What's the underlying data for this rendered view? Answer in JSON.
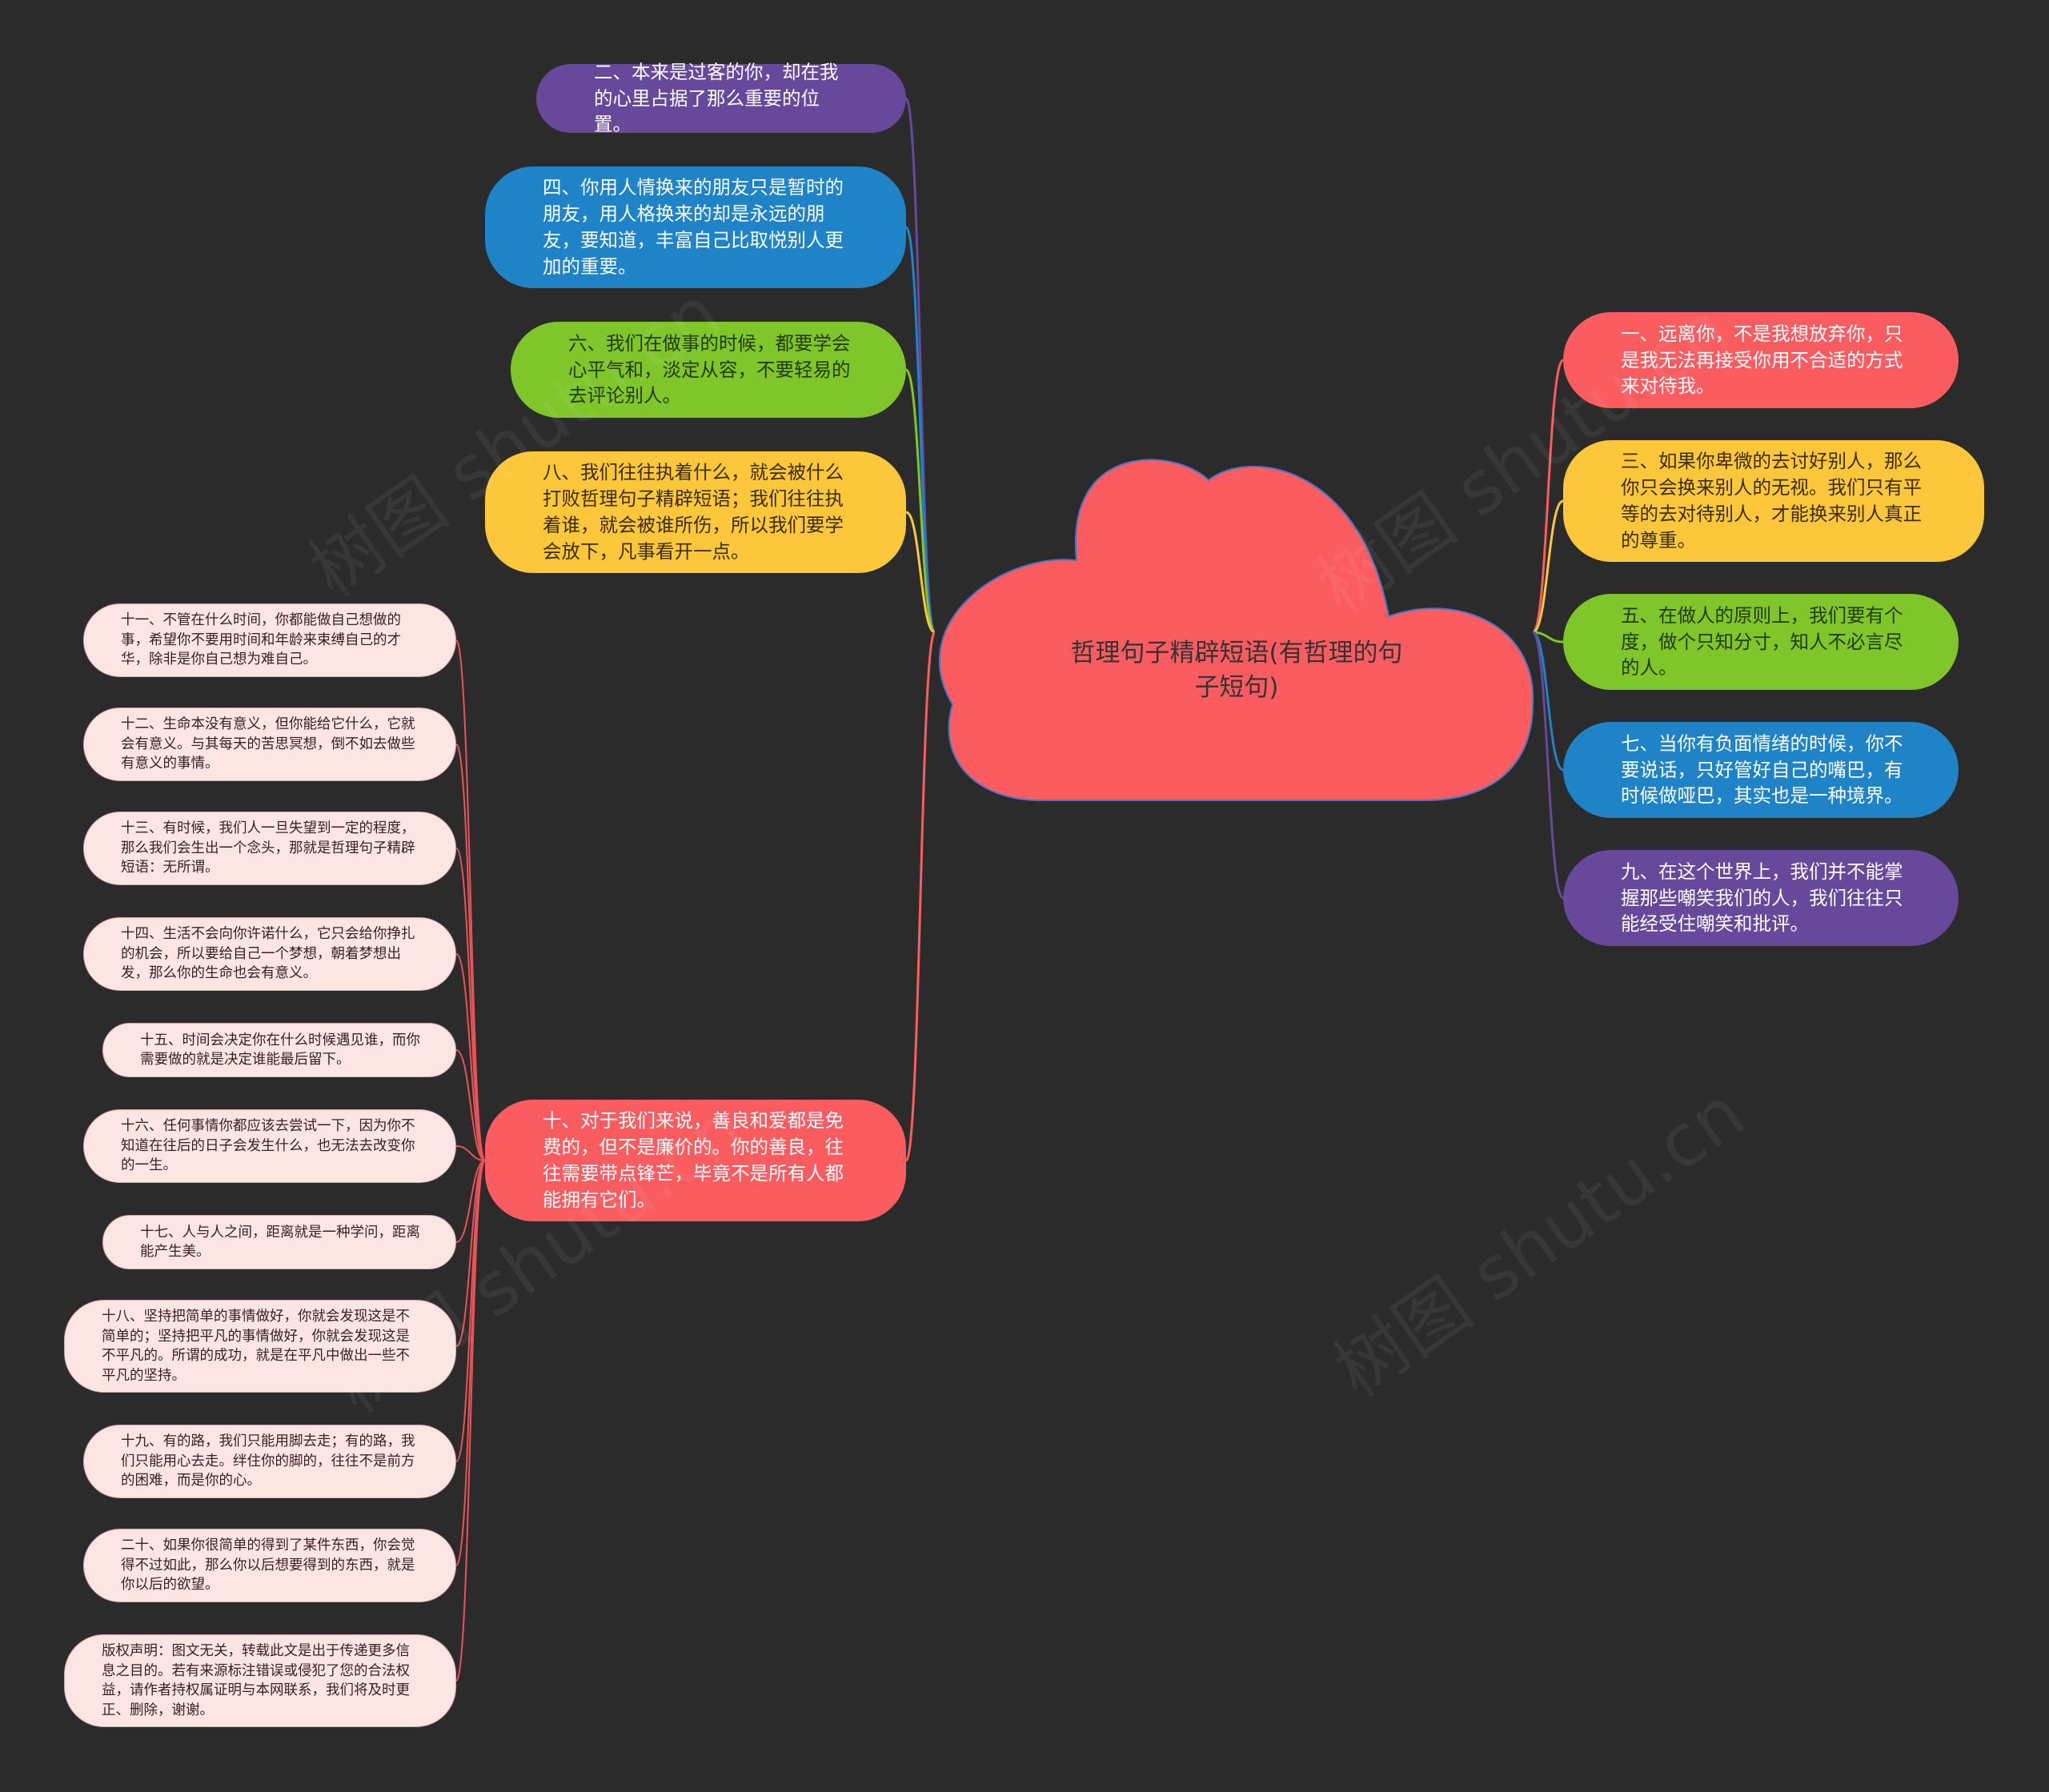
{
  "root": {
    "title": "哲理句子精辟短语(有哲理的句子短句)",
    "color": "#fa5c60"
  },
  "watermark": "树图 shutu.cn",
  "left_top_nodes": [
    {
      "text": "二、本来是过客的你，却在我的心里占据了那么重要的位置。",
      "color": "#67489a"
    },
    {
      "text": "四、你用人情换来的朋友只是暂时的朋友，用人格换来的却是永远的朋友，要知道，丰富自己比取悦别人更加的重要。",
      "color": "#1f83c7"
    },
    {
      "text": "六、我们在做事的时候，都要学会心平气和，淡定从容，不要轻易的去评论别人。",
      "color": "#7ec62a"
    },
    {
      "text": "八、我们往往执着什么，就会被什么打败哲理句子精辟短语；我们往往执着谁，就会被谁所伤，所以我们要学会放下，凡事看开一点。",
      "color": "#fcc73a"
    }
  ],
  "right_nodes": [
    {
      "text": "一、远离你，不是我想放弃你，只是我无法再接受你用不合适的方式来对待我。",
      "color": "#fa5c60"
    },
    {
      "text": "三、如果你卑微的去讨好别人，那么你只会换来别人的无视。我们只有平等的去对待别人，才能换来别人真正的尊重。",
      "color": "#fcc73a"
    },
    {
      "text": "五、在做人的原则上，我们要有个度，做个只知分寸，知人不必言尽的人。",
      "color": "#7ec62a"
    },
    {
      "text": "七、当你有负面情绪的时候，你不要说话，只好管好自己的嘴巴，有时候做哑巴，其实也是一种境界。",
      "color": "#1f83c7"
    },
    {
      "text": "九、在这个世界上，我们并不能掌握那些嘲笑我们的人，我们往往只能经受住嘲笑和批评。",
      "color": "#67489a"
    }
  ],
  "hub_node": {
    "text": "十、对于我们来说，善良和爱都是免费的，但不是廉价的。你的善良，往往需要带点锋芒，毕竟不是所有人都能拥有它们。",
    "color": "#fa5c60"
  },
  "sub_nodes": [
    {
      "text": "十一、不管在什么时间，你都能做自己想做的事，希望你不要用时间和年龄来束缚自己的才华，除非是你自己想为难自己。"
    },
    {
      "text": "十二、生命本没有意义，但你能给它什么，它就会有意义。与其每天的苦思冥想，倒不如去做些有意义的事情。"
    },
    {
      "text": "十三、有时候，我们人一旦失望到一定的程度，那么我们会生出一个念头，那就是哲理句子精辟短语：无所谓。"
    },
    {
      "text": "十四、生活不会向你许诺什么，它只会给你挣扎的机会，所以要给自己一个梦想，朝着梦想出发，那么你的生命也会有意义。"
    },
    {
      "text": "十五、时间会决定你在什么时候遇见谁，而你需要做的就是决定谁能最后留下。"
    },
    {
      "text": "十六、任何事情你都应该去尝试一下，因为你不知道在往后的日子会发生什么，也无法去改变你的一生。"
    },
    {
      "text": "十七、人与人之间，距离就是一种学问，距离能产生美。"
    },
    {
      "text": "十八、坚持把简单的事情做好，你就会发现这是不简单的；坚持把平凡的事情做好，你就会发现这是不平凡的。所谓的成功，就是在平凡中做出一些不平凡的坚持。"
    },
    {
      "text": "十九、有的路，我们只能用脚去走；有的路，我们只能用心去走。绊住你的脚的，往往不是前方的困难，而是你的心。"
    },
    {
      "text": "二十、如果你很简单的得到了某件东西，你会觉得不过如此，那么你以后想要得到的东西，就是你以后的欲望。"
    },
    {
      "text": "版权声明：图文无关，转载此文是出于传递更多信息之目的。若有来源标注错误或侵犯了您的合法权益，请作者持权属证明与本网联系，我们将及时更正、删除，谢谢。"
    }
  ],
  "sub_link_color": "#e8535a"
}
